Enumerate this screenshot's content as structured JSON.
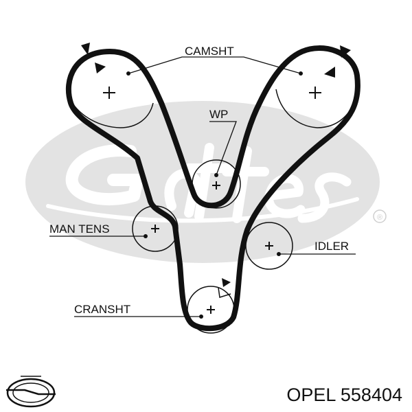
{
  "diagram": {
    "labels": {
      "camshaft": "CAMSHT",
      "water_pump": "WP",
      "manual_tensioner": "MAN TENS",
      "idler": "IDLER",
      "crankshaft": "CRANSHT"
    },
    "watermark": {
      "brand": "Gates",
      "registered_mark": "®"
    }
  },
  "caption": {
    "brand": "OPEL",
    "part_number": "558404",
    "logo": "opel-logo"
  },
  "colors": {
    "belt": "#111111",
    "watermark": "#e3e3e3",
    "text": "#111111",
    "background": "#ffffff"
  }
}
